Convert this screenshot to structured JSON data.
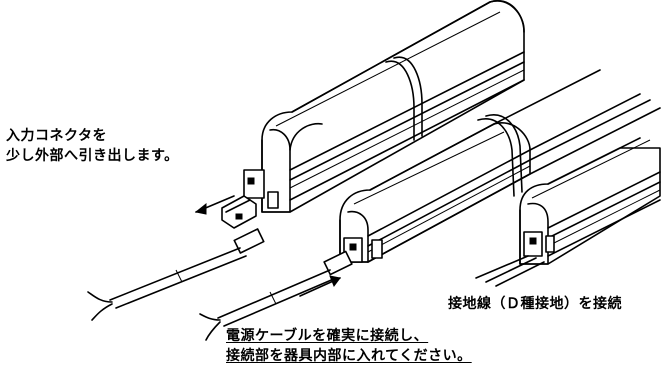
{
  "labels": {
    "pull_out_line1": "入力コネクタを",
    "pull_out_line2": "少し外部へ引き出します。",
    "ground_wire": "接地線（Ｄ種接地）を接続",
    "connect_line1": "電源ケーブルを確実に接続し、",
    "connect_line2": "接続部を器具内部に入れてください。"
  }
}
